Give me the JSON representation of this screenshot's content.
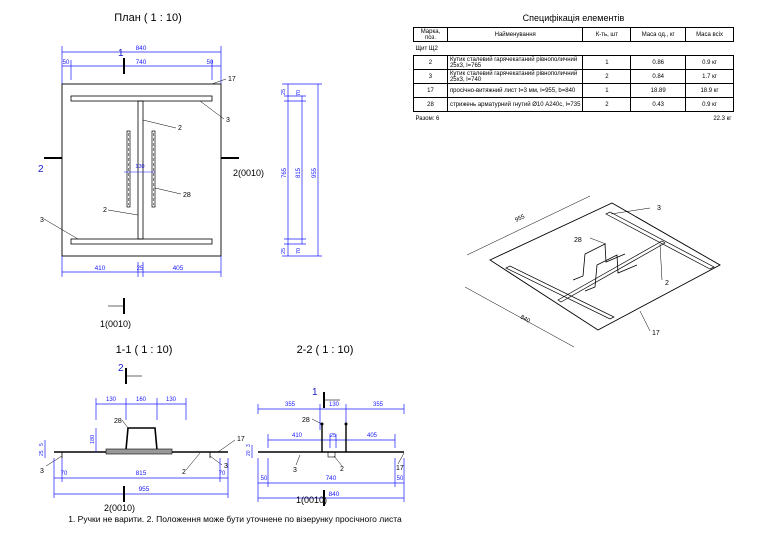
{
  "plan": {
    "title": "План ( 1 : 10)",
    "dims_top": [
      "840",
      "50",
      "740",
      "50"
    ],
    "dims_bottom": [
      "410",
      "25",
      "405"
    ],
    "dim_inner": "130",
    "side_dims": [
      "25",
      "70",
      "765",
      "815",
      "955",
      "70",
      "25"
    ],
    "labels": {
      "sec1_top": "1",
      "sec2_left": "2",
      "sec2_right": "2(0010)",
      "sec1_bottom": "1(0010)",
      "p17": "17",
      "p3a": "3",
      "p3b": "3",
      "p2a": "2",
      "p2b": "2",
      "p28": "28"
    }
  },
  "spec": {
    "title": "Специфікація елементів",
    "headers": [
      "Марка, поз.",
      "Найменування",
      "К-ть, шт",
      "Маса од., кг",
      "Маса всіх"
    ],
    "group": "Щит Щ2",
    "rows": [
      {
        "mark": "2",
        "name": "Кутик сталевий гарячекатаний рівнополичний 25х3, l=765",
        "qty": "1",
        "unit": "0.86",
        "total": "0.9 кг"
      },
      {
        "mark": "3",
        "name": "Кутик сталевий гарячекатаний рівнополичний 25х3, l=740",
        "qty": "2",
        "unit": "0.84",
        "total": "1.7 кг"
      },
      {
        "mark": "17",
        "name": "просічно-витяжний лист t=3 мм, l=955, b=840",
        "qty": "1",
        "unit": "18.89",
        "total": "18.9 кг"
      },
      {
        "mark": "28",
        "name": "стрижень арматурний гнутий Ø10 А240с, l=735",
        "qty": "2",
        "unit": "0.43",
        "total": "0.9 кг"
      }
    ],
    "total_label": "Разом: 6",
    "total_value": "22.3 кг"
  },
  "iso": {
    "dim_955": "955",
    "dim_840": "840",
    "p3": "3",
    "p28": "28",
    "p2": "2",
    "p17": "17"
  },
  "section11": {
    "title": "1-1 ( 1 : 10)",
    "marker": "2",
    "dims_top": [
      "130",
      "160",
      "130"
    ],
    "dims_bottom": [
      "70",
      "815",
      "70",
      "955"
    ],
    "dim_180": "180",
    "dim_left": [
      "25",
      "5"
    ],
    "labels": {
      "p28": "28",
      "p17": "17",
      "p3a": "3",
      "p3b": "3",
      "p2": "2",
      "bottom": "2(0010)"
    }
  },
  "section22": {
    "title": "2-2 ( 1 : 10)",
    "marker": "1",
    "dims_top": [
      "355",
      "130",
      "355"
    ],
    "dims_mid": [
      "410",
      "25",
      "405"
    ],
    "dims_bottom": [
      "50",
      "740",
      "50",
      "840"
    ],
    "dim_left": [
      "20",
      "3"
    ],
    "labels": {
      "p28": "28",
      "p17": "17",
      "p3": "3",
      "p2": "2",
      "bottom": "1(0010)"
    }
  },
  "note": "1. Ручки не варити. 2. Положення може бути уточнене по візерунку просічного листа",
  "colors": {
    "dim": "#1a1aff",
    "line": "#000000",
    "marker": "#1a1acc"
  }
}
